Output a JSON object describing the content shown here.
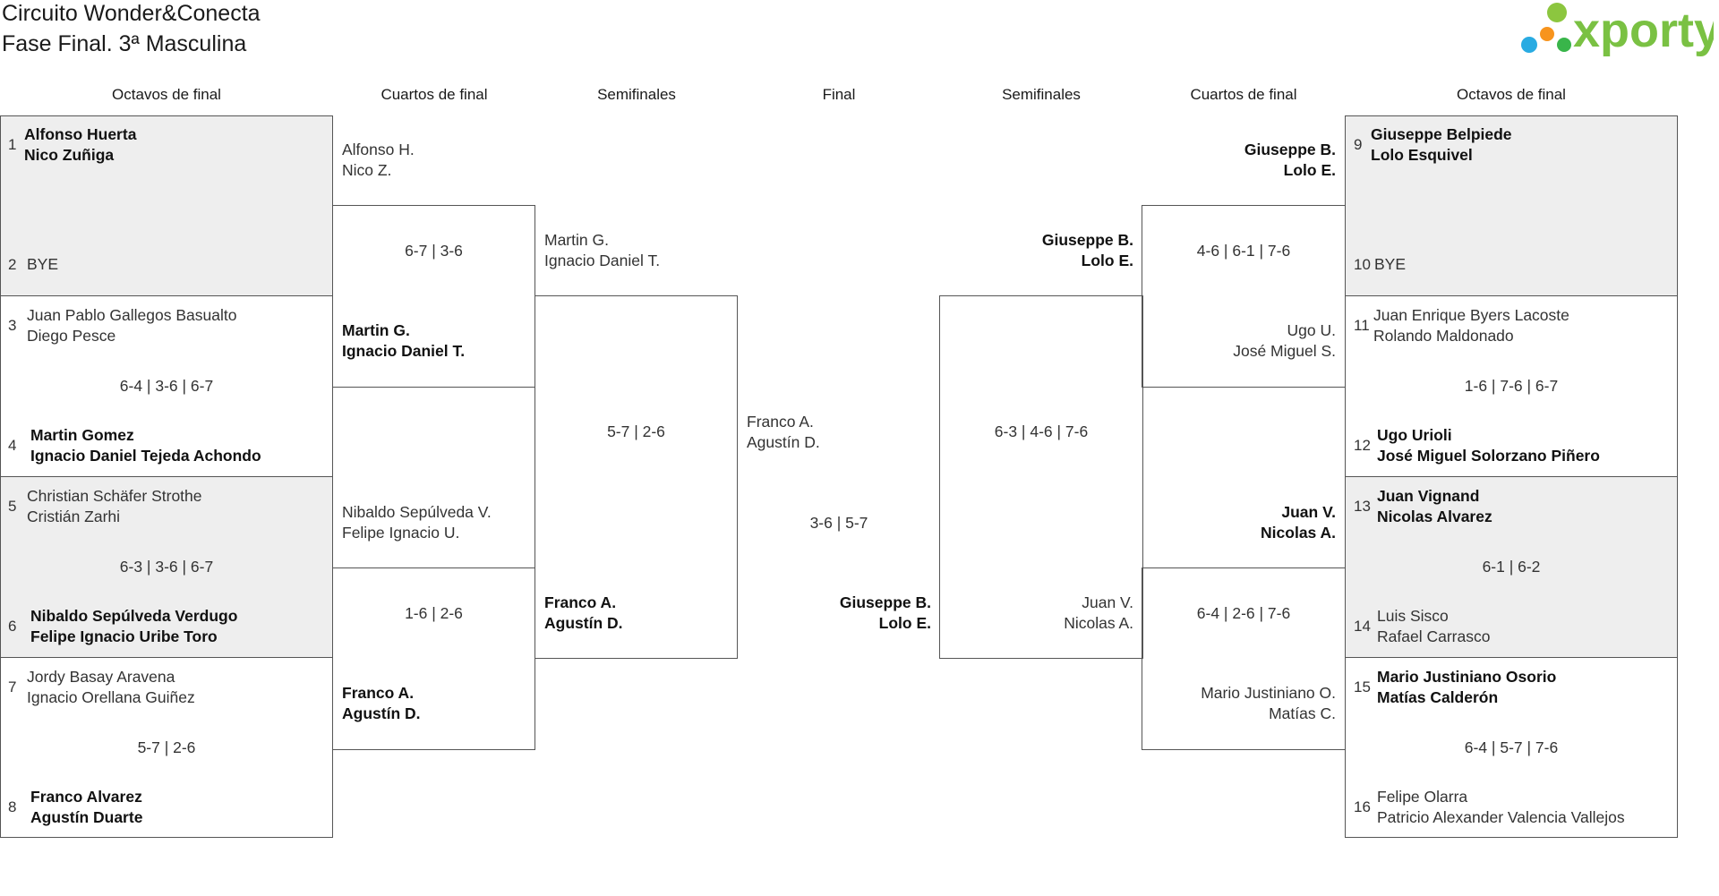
{
  "header": {
    "title_line1": "Circuito Wonder&Conecta",
    "title_line2": "Fase Final. 3ª Masculina",
    "logo_text": "xporty"
  },
  "columns": {
    "left_r16": "Octavos de final",
    "left_qf": "Cuartos de final",
    "left_sf": "Semifinales",
    "final": "Final",
    "right_sf": "Semifinales",
    "right_qf": "Cuartos de final",
    "right_r16": "Octavos de final"
  },
  "r16_left": [
    {
      "seed_a": "1",
      "a1": "Alfonso Huerta",
      "a2": "Nico Zuñiga",
      "seed_b": "2",
      "b1": "BYE",
      "b2": "",
      "score": ""
    },
    {
      "seed_a": "3",
      "a1": "Juan Pablo Gallegos Basualto",
      "a2": "Diego Pesce",
      "seed_b": "4",
      "b1": "Martin Gomez",
      "b2": "Ignacio Daniel Tejeda Achondo",
      "score": "6-4 | 3-6 | 6-7"
    },
    {
      "seed_a": "5",
      "a1": "Christian Schäfer Strothe",
      "a2": "Cristián Zarhi",
      "seed_b": "6",
      "b1": "Nibaldo Sepúlveda Verdugo",
      "b2": "Felipe Ignacio Uribe Toro",
      "score": "6-3 | 3-6 | 6-7"
    },
    {
      "seed_a": "7",
      "a1": "Jordy Basay Aravena",
      "a2": "Ignacio Orellana Guiñez",
      "seed_b": "8",
      "b1": "Franco Alvarez",
      "b2": "Agustín Duarte",
      "score": "5-7 | 2-6"
    }
  ],
  "qf_left": [
    {
      "a1": "Alfonso H.",
      "a2": "Nico Z.",
      "b1": "Martin G.",
      "b2": "Ignacio Daniel T.",
      "score": "6-7 | 3-6"
    },
    {
      "a1": "Nibaldo Sepúlveda V.",
      "a2": "Felipe Ignacio U.",
      "b1": "Franco A.",
      "b2": "Agustín D.",
      "score": "1-6 | 2-6"
    }
  ],
  "sf_left": {
    "a1": "Martin G.",
    "a2": "Ignacio Daniel T.",
    "b1": "Franco A.",
    "b2": "Agustín D.",
    "score": "5-7 | 2-6"
  },
  "final": {
    "a1": "Franco A.",
    "a2": "Agustín D.",
    "b1": "Giuseppe B.",
    "b2": "Lolo E.",
    "score": "3-6 | 5-7"
  },
  "sf_right": {
    "a1": "Giuseppe B.",
    "a2": "Lolo E.",
    "b1": "Juan V.",
    "b2": "Nicolas A.",
    "score": "6-3 | 4-6 | 7-6"
  },
  "qf_right": [
    {
      "a1": "Giuseppe B.",
      "a2": "Lolo E.",
      "b1": "Ugo U.",
      "b2": "José Miguel S.",
      "score": "4-6 | 6-1 | 7-6"
    },
    {
      "a1": "Juan V.",
      "a2": "Nicolas A.",
      "b1": "Mario Justiniano O.",
      "b2": "Matías C.",
      "score": "6-4 | 2-6 | 7-6"
    }
  ],
  "r16_right": [
    {
      "seed_a": "9",
      "a1": "Giuseppe Belpiede",
      "a2": "Lolo Esquivel",
      "seed_b": "10",
      "b1": "BYE",
      "b2": "",
      "score": ""
    },
    {
      "seed_a": "11",
      "a1": "Juan Enrique Byers Lacoste",
      "a2": "Rolando Maldonado",
      "seed_b": "12",
      "b1": "Ugo Urioli",
      "b2": "José Miguel Solorzano Piñero",
      "score": "1-6 | 7-6 | 6-7"
    },
    {
      "seed_a": "13",
      "a1": "Juan Vignand",
      "a2": "Nicolas Alvarez",
      "seed_b": "14",
      "b1": "Luis Sisco",
      "b2": "Rafael Carrasco",
      "score": "6-1 | 6-2"
    },
    {
      "seed_a": "15",
      "a1": "Mario Justiniano Osorio",
      "a2": "Matías Calderón",
      "seed_b": "16",
      "b1": "Felipe Olarra",
      "b2": "Patricio Alexander Valencia Vallejos",
      "score": "6-4 | 5-7 | 7-6"
    }
  ]
}
